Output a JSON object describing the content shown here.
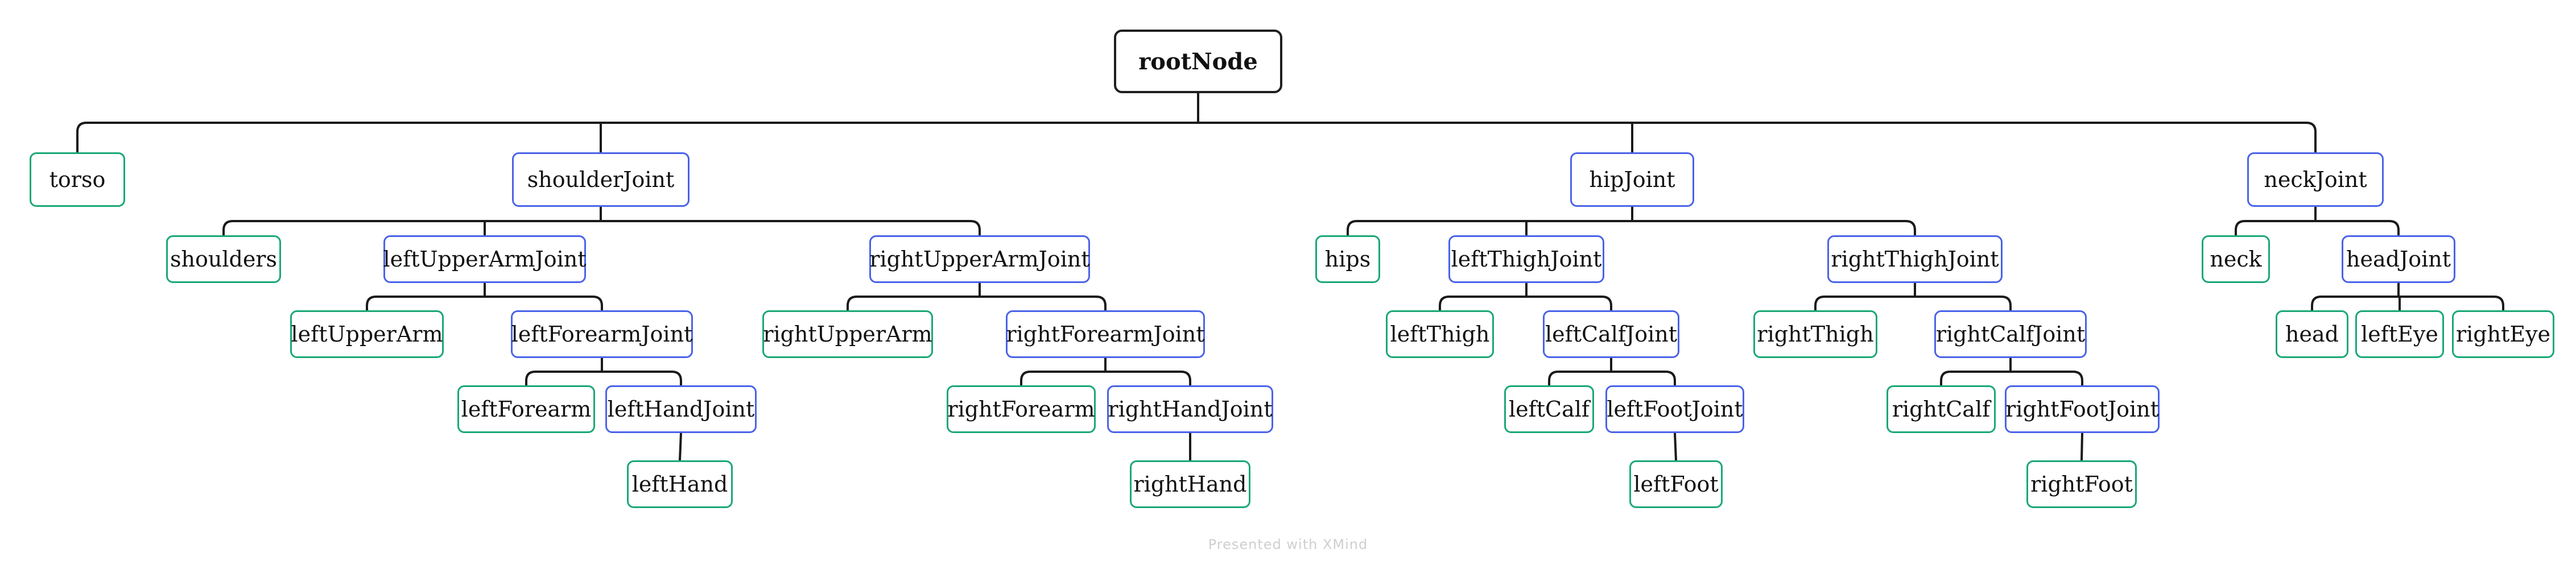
{
  "colors": {
    "root_border": "#1f1f1f",
    "joint_border": "#4a63e8",
    "leaf_border": "#1aa874",
    "connector": "#1a1a1a"
  },
  "diagram": {
    "root": {
      "label": "rootNode",
      "children": [
        {
          "label": "torso"
        },
        {
          "label": "shoulderJoint",
          "children": [
            {
              "label": "shoulders"
            },
            {
              "label": "leftUpperArmJoint",
              "children": [
                {
                  "label": "leftUpperArm"
                },
                {
                  "label": "leftForearmJoint",
                  "children": [
                    {
                      "label": "leftForearm"
                    },
                    {
                      "label": "leftHandJoint",
                      "children": [
                        {
                          "label": "leftHand"
                        }
                      ]
                    }
                  ]
                }
              ]
            },
            {
              "label": "rightUpperArmJoint",
              "children": [
                {
                  "label": "rightUpperArm"
                },
                {
                  "label": "rightForearmJoint",
                  "children": [
                    {
                      "label": "rightForearm"
                    },
                    {
                      "label": "rightHandJoint",
                      "children": [
                        {
                          "label": "rightHand"
                        }
                      ]
                    }
                  ]
                }
              ]
            }
          ]
        },
        {
          "label": "hipJoint",
          "children": [
            {
              "label": "hips"
            },
            {
              "label": "leftThighJoint",
              "children": [
                {
                  "label": "leftThigh"
                },
                {
                  "label": "leftCalfJoint",
                  "children": [
                    {
                      "label": "leftCalf"
                    },
                    {
                      "label": "leftFootJoint",
                      "children": [
                        {
                          "label": "leftFoot"
                        }
                      ]
                    }
                  ]
                }
              ]
            },
            {
              "label": "rightThighJoint",
              "children": [
                {
                  "label": "rightThigh"
                },
                {
                  "label": "rightCalfJoint",
                  "children": [
                    {
                      "label": "rightCalf"
                    },
                    {
                      "label": "rightFootJoint",
                      "children": [
                        {
                          "label": "rightFoot"
                        }
                      ]
                    }
                  ]
                }
              ]
            }
          ]
        },
        {
          "label": "neckJoint",
          "children": [
            {
              "label": "neck"
            },
            {
              "label": "headJoint",
              "children": [
                {
                  "label": "head"
                },
                {
                  "label": "leftEye"
                },
                {
                  "label": "rightEye"
                }
              ]
            }
          ]
        }
      ]
    }
  },
  "footer": "Presented with XMind"
}
